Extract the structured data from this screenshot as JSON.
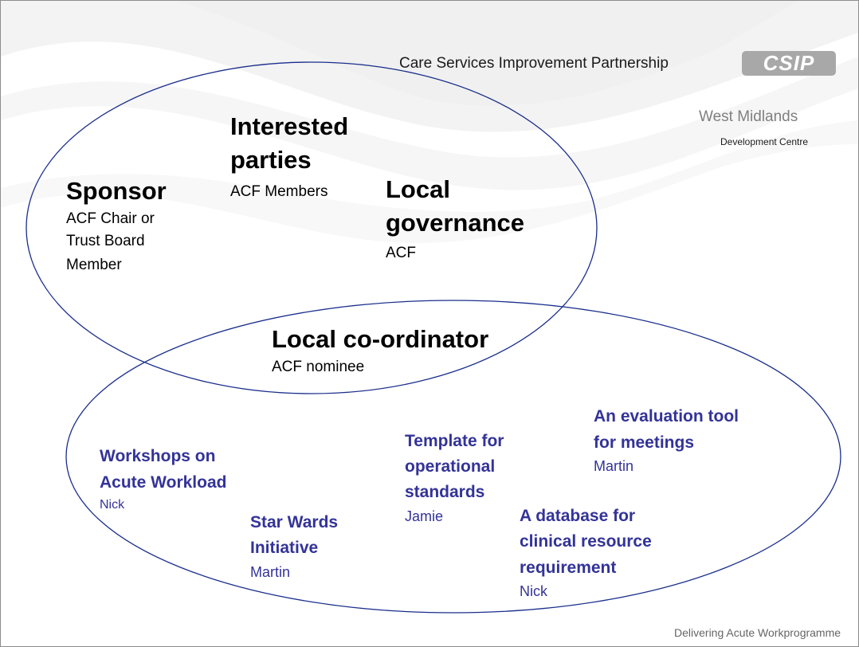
{
  "header": {
    "organisation": "Care Services Improvement Partnership",
    "logo": "CSIP",
    "region": "West Midlands",
    "centre": "Development Centre"
  },
  "upper_circle": {
    "sponsor": {
      "title": "Sponsor",
      "details": [
        "ACF Chair or",
        "Trust Board",
        "Member"
      ]
    },
    "interested": {
      "title": [
        "Interested",
        "parties"
      ],
      "detail": "ACF Members"
    },
    "governance": {
      "title": [
        "Local",
        "governance"
      ],
      "detail": "ACF"
    }
  },
  "overlap": {
    "title": "Local co-ordinator",
    "detail": "ACF nominee"
  },
  "lower_circle": {
    "workshops": {
      "title": [
        "Workshops on",
        "Acute Workload"
      ],
      "owner": "Nick"
    },
    "star_wards": {
      "title": [
        "Star Wards",
        "Initiative"
      ],
      "owner": "Martin"
    },
    "template": {
      "title": [
        "Template for",
        "operational",
        "standards"
      ],
      "owner": "Jamie"
    },
    "evaluation": {
      "title": [
        "An evaluation tool",
        "for meetings"
      ],
      "owner": "Martin"
    },
    "database": {
      "title": [
        "A database for",
        "clinical resource",
        "requirement"
      ],
      "owner": "Nick"
    }
  },
  "footer": {
    "text": "Delivering Acute Workprogramme"
  },
  "colors": {
    "circle_stroke": "#1a2e8c",
    "accent_text": "#333399",
    "logo_badge": "#a8a8a8"
  }
}
